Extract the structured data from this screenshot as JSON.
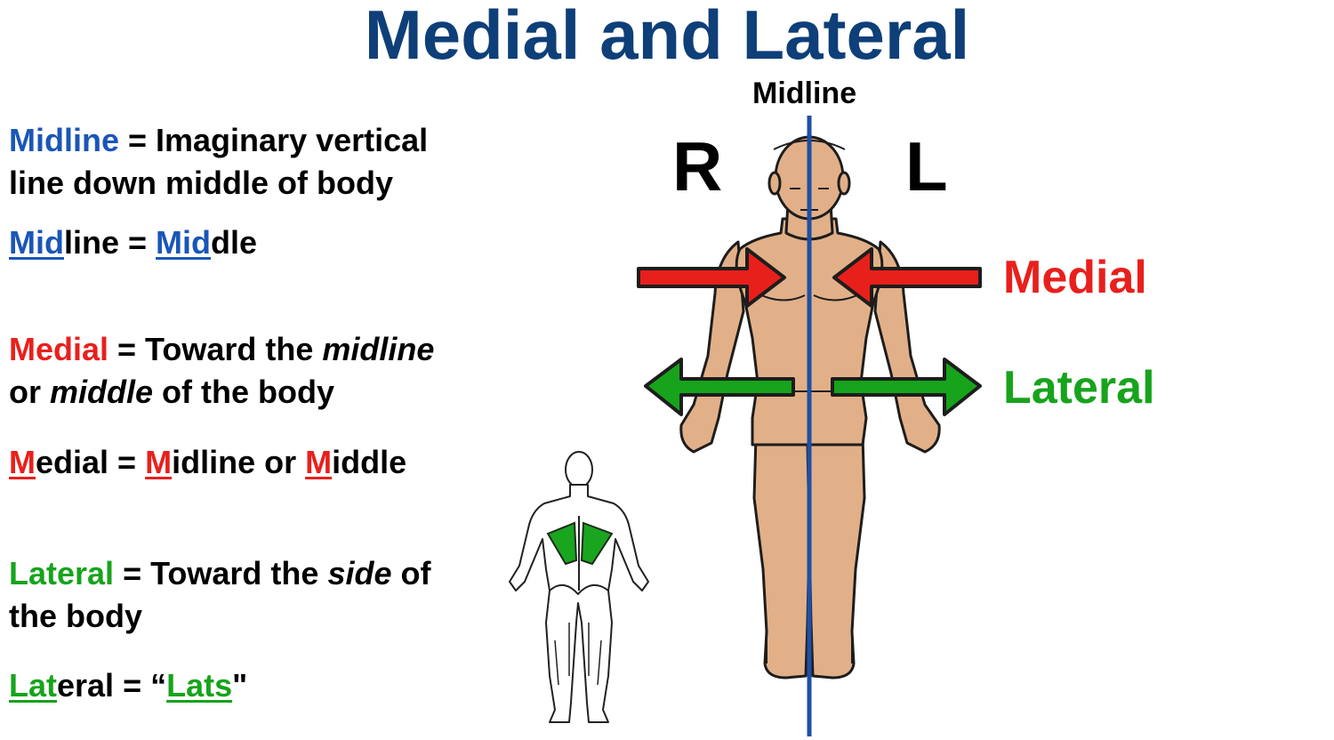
{
  "title": "Medial and Lateral",
  "diagram": {
    "midline_label": "Midline",
    "right_label": "R",
    "left_label": "L",
    "medial_label": "Medial",
    "lateral_label": "Lateral"
  },
  "definitions": {
    "midline": {
      "term": "Midline",
      "line1_rest": " = Imaginary vertical",
      "line2": "line down middle of body"
    },
    "midline_mnemonic": {
      "a_under": "Mid",
      "a_rest": "line",
      "eq": " = ",
      "b_under": "Mid",
      "b_rest": "dle"
    },
    "medial": {
      "term": "Medial",
      "line1_a": " = Toward the ",
      "line1_italic": "midline",
      "line2_a": "or ",
      "line2_italic": "middle",
      "line2_rest": " of the body"
    },
    "medial_mnemonic": {
      "a_under": "M",
      "a_rest": "edial",
      "eq": " = ",
      "b_under": "M",
      "b_rest": "idline or ",
      "c_under": "M",
      "c_rest": "iddle"
    },
    "lateral": {
      "term": "Lateral",
      "line1_a": " = Toward the ",
      "line1_italic": "side",
      "line1_rest": " of",
      "line2": "the body"
    },
    "lateral_mnemonic": {
      "a_under": "Lat",
      "a_rest": "eral",
      "eq": " = “",
      "b_under": "Lats",
      "close": "\""
    }
  },
  "colors": {
    "title": "#0e3f78",
    "midline": "#1a56b8",
    "medial": "#e8201c",
    "lateral": "#17a31c",
    "skin": "#e2b088",
    "lats_muscle": "#1aa51f"
  }
}
